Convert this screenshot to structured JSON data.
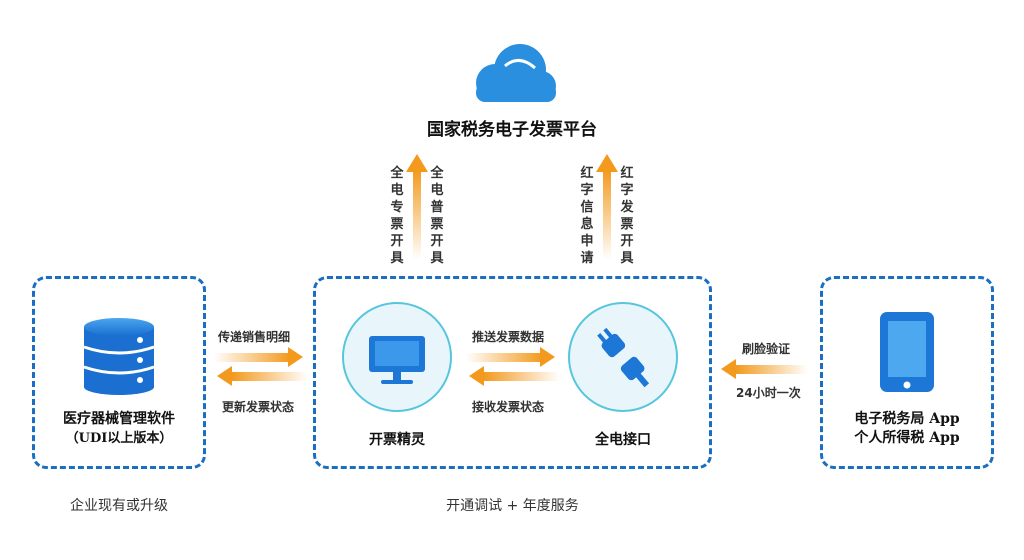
{
  "platform": {
    "title": "国家税务电子发票平台"
  },
  "up_arrows": {
    "left_a": "全电专票开具",
    "left_b": "全电普票开具",
    "right_a": "红字信息申请",
    "right_b": "红字发票开具"
  },
  "left_box": {
    "title": "医疗器械管理软件",
    "subtitle": "（UDI以上版本）",
    "footer": "企业现有或升级"
  },
  "left_arrows": {
    "top_label": "传递销售明细",
    "bottom_label": "更新发票状态"
  },
  "center_box": {
    "node_left": "开票精灵",
    "node_right": "全电接口",
    "mid_top_label": "推送发票数据",
    "mid_bottom_label": "接收发票状态",
    "footer": "开通调试 + 年度服务"
  },
  "right_arrow": {
    "top_label": "刷脸验证",
    "bottom_label": "24小时一次"
  },
  "right_box": {
    "line1": "电子税务局 App",
    "line2": "个人所得税 App"
  },
  "colors": {
    "blue": "#1a6fc0",
    "orange": "#f39a1e",
    "cloud": "#2b8fe0",
    "circle_fill": "#e8f6fb",
    "circle_border": "#56c6dc"
  },
  "icons": [
    "cloud-icon",
    "database-icon",
    "monitor-icon",
    "plug-icon",
    "phone-icon"
  ]
}
